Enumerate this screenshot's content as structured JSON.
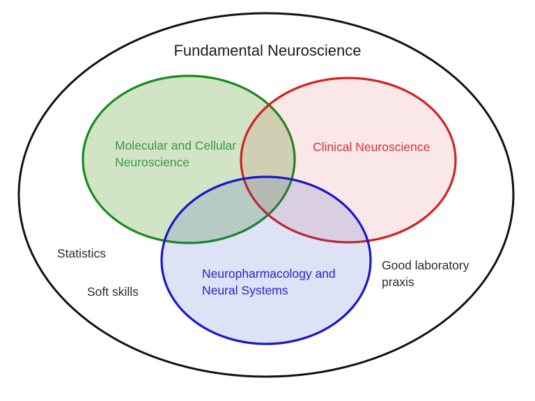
{
  "diagram": {
    "title": "Fundamental Neuroscience",
    "type": "venn",
    "sets": [
      {
        "name": "Molecular and Cellular Neuroscience",
        "label_lines": [
          "Molecular and Cellular",
          "Neuroscience"
        ]
      },
      {
        "name": "Clinical Neuroscience",
        "label_lines": [
          "Clinical Neuroscience"
        ]
      },
      {
        "name": "Neuropharmacology and Neural Systems",
        "label_lines": [
          "Neuropharmacology and",
          "Neural Systems"
        ]
      }
    ],
    "outside_labels": [
      {
        "name": "Statistics",
        "lines": [
          "Statistics"
        ]
      },
      {
        "name": "Soft skills",
        "lines": [
          "Soft skills"
        ]
      },
      {
        "name": "Good laboratory praxis",
        "lines": [
          "Good laboratory",
          "praxis"
        ]
      }
    ],
    "colors": {
      "outer_stroke": "#111111",
      "molecular_stroke": "#168c16",
      "molecular_text": "#3a9a40",
      "clinical_stroke": "#d42020",
      "clinical_text": "#d63434",
      "neuropharmacology_stroke": "#1717cd",
      "neuropharmacology_text": "#2626cf",
      "note_text": "#2a2a2a",
      "background": "#ffffff"
    }
  }
}
